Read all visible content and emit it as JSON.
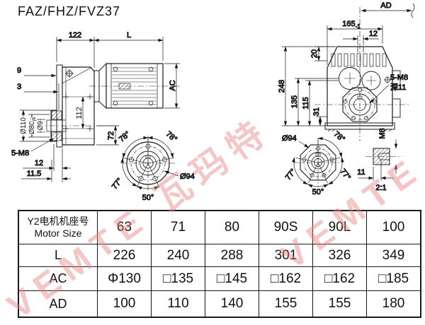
{
  "title": "FAZ/FHZ/FVZ37",
  "watermark": {
    "text": "VEMTE 瓦玛特",
    "color": "#e98080"
  },
  "left_view": {
    "dims": {
      "d122": "122",
      "dL": "L",
      "d9": "9",
      "d3": "3",
      "dAC": "AC",
      "d112": "112",
      "d72": "72",
      "d110": "Ø110",
      "d80": "Ø80",
      "d80_tol": "j6",
      "d9hole": "Ø9",
      "m8": "5-M8",
      "d12": "12",
      "d115": "11.5"
    },
    "flange": {
      "a78a": "78°",
      "a78b": "78°",
      "a77": "77°",
      "a50": "50°",
      "d94": "Ø94"
    }
  },
  "right_view": {
    "dims": {
      "dAD": "AD",
      "d165": "165",
      "d165_tol": "-1",
      "d12": "12",
      "d20": "20",
      "d248": "248",
      "d135": "135",
      "d115": "115",
      "d31": "31",
      "m8_1": "5-M8",
      "m8_2": "深11",
      "m8_side": "M8"
    },
    "flange": {
      "d94": "Ø94",
      "a78": "78°",
      "a77l": "77°",
      "a77r": "77°",
      "a50": "50°"
    },
    "detail": {
      "d11": "11",
      "scale": "2:1"
    }
  },
  "table": {
    "header_cn": "Y2电机机座号",
    "header_en": "Motor Size",
    "columns": [
      "63",
      "71",
      "80",
      "90S",
      "90L",
      "100"
    ],
    "rows": [
      {
        "label": "L",
        "values": [
          "226",
          "240",
          "288",
          "301",
          "326",
          "349"
        ]
      },
      {
        "label": "AC",
        "values": [
          "Φ130",
          "□135",
          "□145",
          "□162",
          "□162",
          "□185"
        ]
      },
      {
        "label": "AD",
        "values": [
          "100",
          "110",
          "140",
          "155",
          "155",
          "180"
        ]
      }
    ]
  }
}
